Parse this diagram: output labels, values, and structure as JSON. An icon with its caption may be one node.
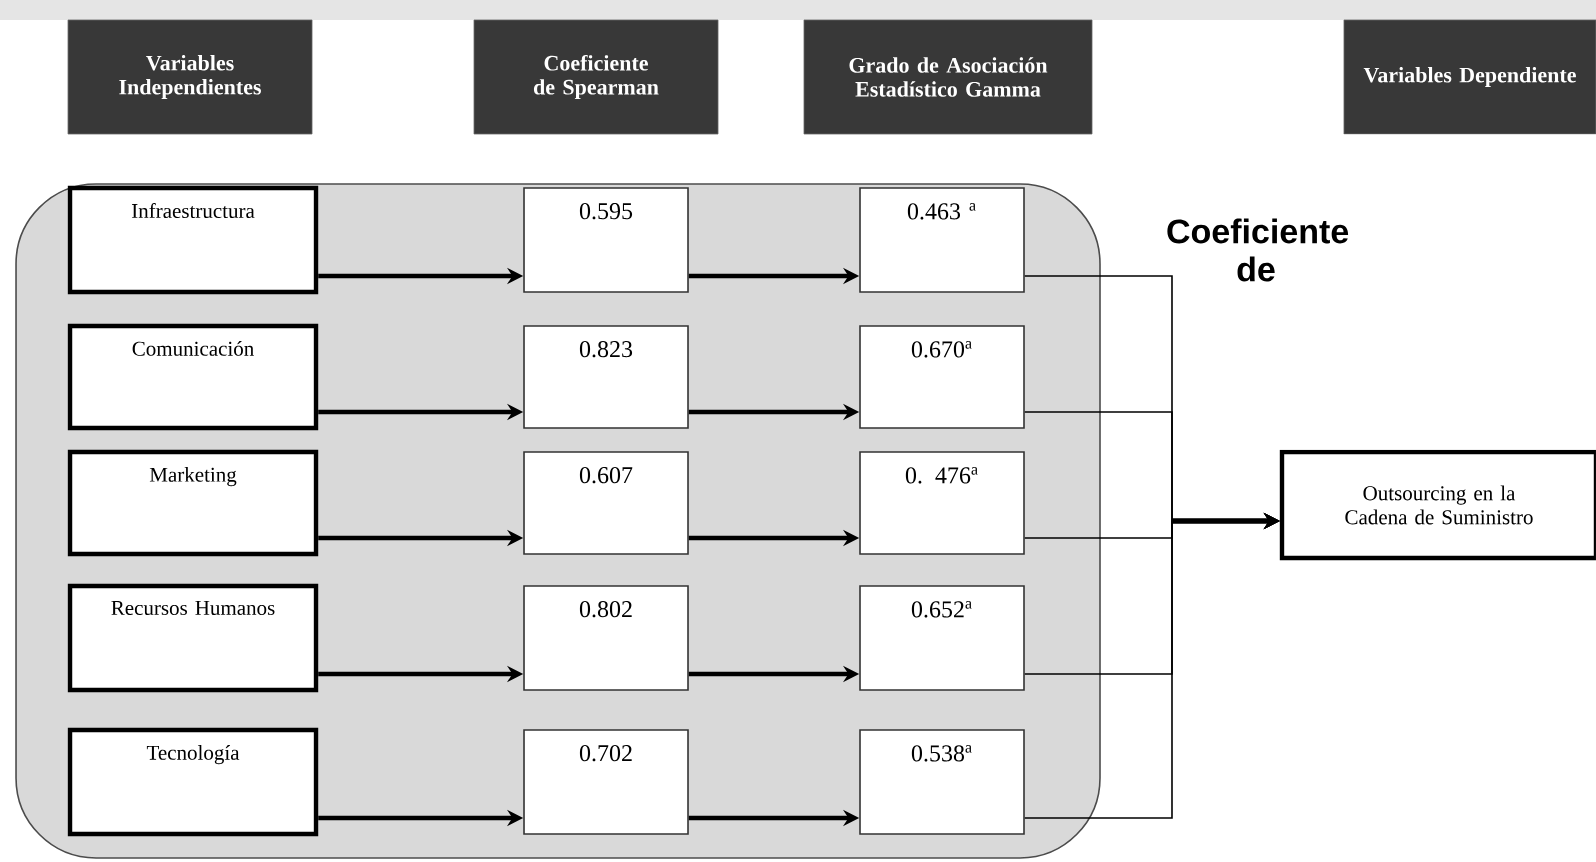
{
  "diagram": {
    "nodes": [
      {
        "text": [
          "Variables Independientes"
        ]
      },
      {
        "text": [
          "Coeficiente de Spearman"
        ]
      },
      {
        "text": [
          "Grado de Asociación Estadístico Gamma"
        ]
      },
      {
        "text": [
          "Variables Dependiente"
        ]
      },
      {
        "text": [],
        "shape": "box"
      },
      {
        "text": [
          "Infraestructura"
        ],
        "in": 4
      },
      {
        "text": [
          "0.595"
        ],
        "in": 4
      },
      {
        "text": [
          "0.463 $^{a}$"
        ],
        "in": 4
      },
      {
        "text": [
          "Comunicación"
        ],
        "in": 4
      },
      {
        "text": [
          "0.823"
        ],
        "in": 4
      },
      {
        "text": [
          "0.670$^{a}$"
        ],
        "in": 4
      },
      {
        "text": [
          "Marketing"
        ],
        "in": 4
      },
      {
        "text": [
          "0.607"
        ],
        "in": 4
      },
      {
        "text": [
          "0. 476$^{a}$"
        ],
        "in": 4
      },
      {
        "text": [
          "Recursos Humanos"
        ],
        "in": 4
      },
      {
        "text": [
          "0.802"
        ],
        "in": 4
      },
      {
        "text": [
          "0.652$^{a}$"
        ],
        "in": 4
      },
      {
        "text": [
          "Tecnología"
        ],
        "in": 4
      },
      {
        "text": [
          "0.702"
        ],
        "in": 4
      },
      {
        "text": [
          "0.538$^{a}$"
        ],
        "in": 4
      },
      {
        "text": [
          "Outsourcing en la Cadena de Suministro"
        ]
      }
    ],
    "edges": [
      {
        "from": 5,
        "to": 6,
        "arrow": "to"
      },
      {
        "from": 6,
        "to": 7,
        "arrow": "to"
      },
      {
        "from": 8,
        "to": 9,
        "arrow": "to"
      },
      {
        "from": 9,
        "to": 10,
        "arrow": "to"
      },
      {
        "from": 11,
        "to": 12,
        "arrow": "to"
      },
      {
        "from": 12,
        "to": 13,
        "arrow": "to"
      },
      {
        "from": 14,
        "to": 15,
        "arrow": "to"
      },
      {
        "from": 15,
        "to": 16,
        "arrow": "to"
      },
      {
        "from": 17,
        "to": 18,
        "arrow": "to"
      },
      {
        "from": 18,
        "to": 19,
        "arrow": "to"
      },
      {
        "from": 7,
        "to": 20,
        "arrow": "to"
      },
      {
        "from": 10,
        "to": 20,
        "arrow": "to"
      },
      {
        "from": 13,
        "to": 20,
        "arrow": "to"
      },
      {
        "from": 16,
        "to": 20,
        "arrow": "to"
      },
      {
        "from": 19,
        "to": 20,
        "arrow": "to"
      }
    ],
    "labels": [
      "Coeficiente de"
    ]
  }
}
